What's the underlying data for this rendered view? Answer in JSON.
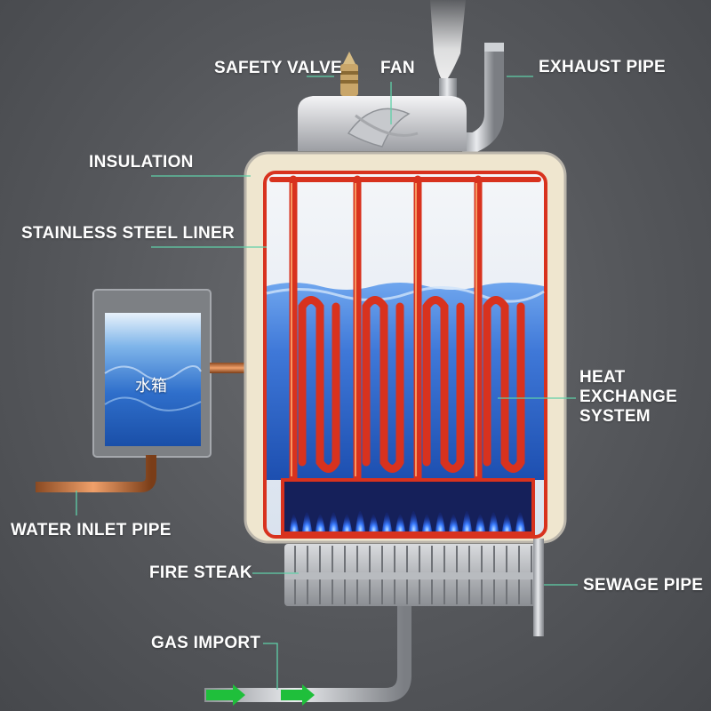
{
  "labels": {
    "safety_valve": "SAFETY VALVE",
    "fan": "FAN",
    "exhaust_pipe": "EXHAUST PIPE",
    "insulation": "INSULATION",
    "stainless_steel_liner": "STAINLESS STEEL LINER",
    "heat_exchange_line1": "HEAT",
    "heat_exchange_line2": "EXCHANGE",
    "heat_exchange_line3": "SYSTEM",
    "water_inlet_pipe": "WATER INLET PIPE",
    "fire_steak": "FIRE STEAK",
    "sewage_pipe": "SEWAGE PIPE",
    "gas_import": "GAS IMPORT",
    "water_tank": "水箱"
  },
  "colors": {
    "heat_tube": "#d8321e",
    "flame": "#2f6cff",
    "water": "#3f78d8",
    "insulation": "#efe6cf",
    "gas_arrow": "#1fbf3b",
    "leader_line": "#5fd0a8"
  }
}
